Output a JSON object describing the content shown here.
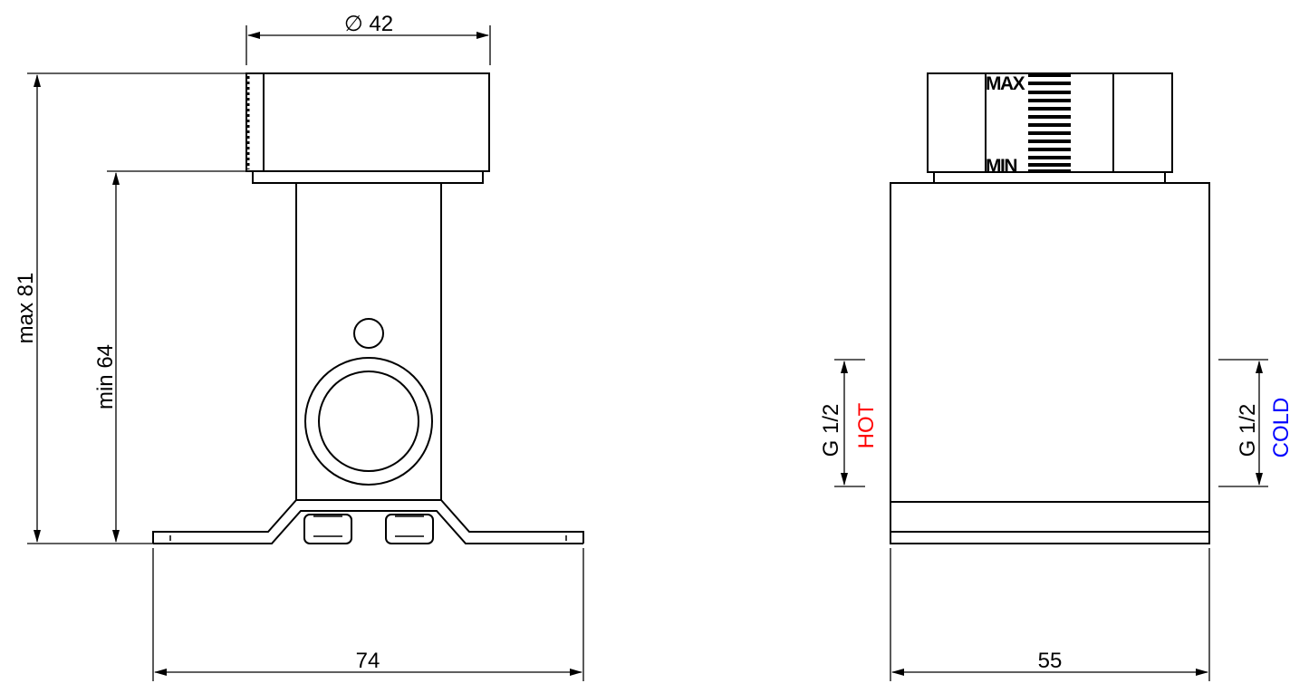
{
  "drawing": {
    "front_view": {
      "diameter_label": "∅ 42",
      "max_height_label": "max 81",
      "min_height_label": "min 64",
      "width_label": "74"
    },
    "side_view": {
      "scale_max_label": "MAX",
      "scale_min_label": "MIN",
      "width_label": "55",
      "hot_thread_label": "G 1/2",
      "hot_label": "HOT",
      "cold_thread_label": "G 1/2",
      "cold_label": "COLD"
    }
  },
  "colors": {
    "line": "#000000",
    "hot": "#ff0000",
    "cold": "#0000ff",
    "background": "#ffffff"
  }
}
